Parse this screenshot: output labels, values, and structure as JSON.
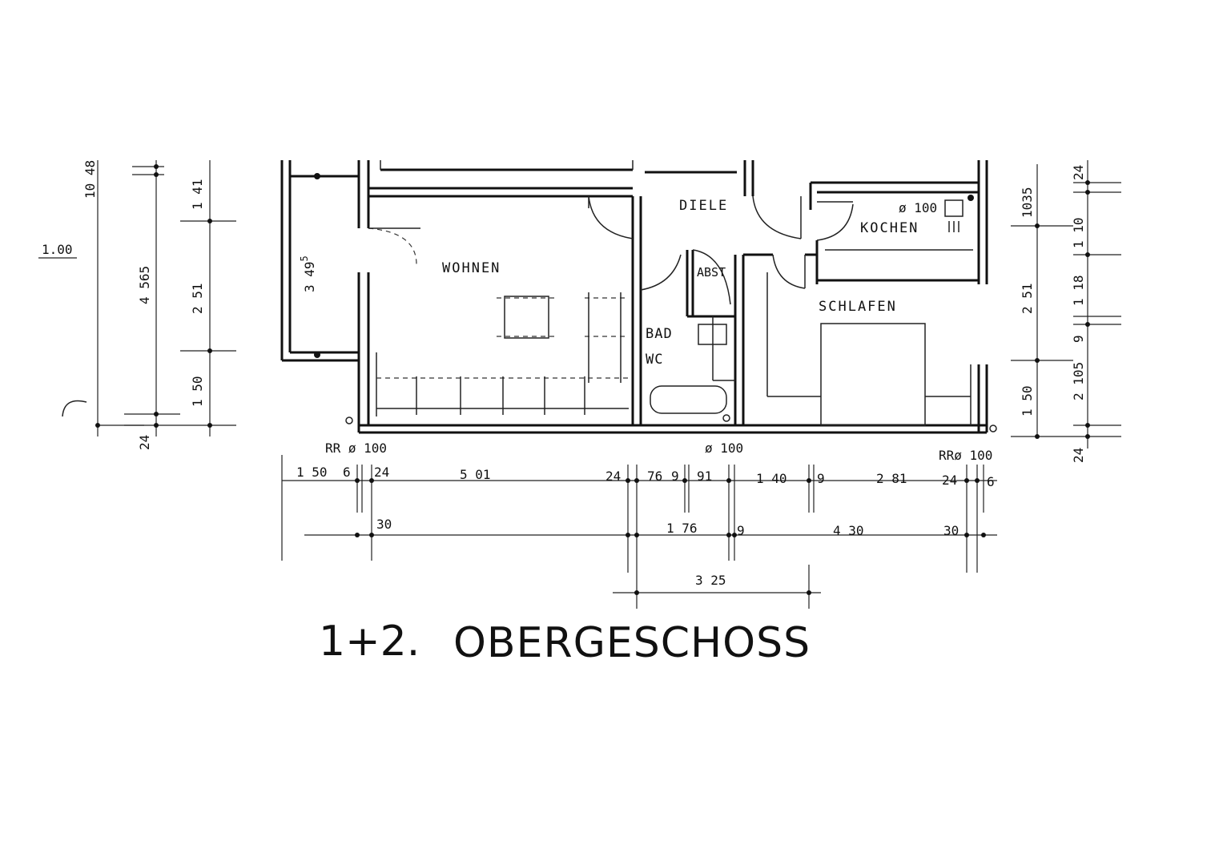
{
  "title": {
    "number": "1+2.",
    "name": "OBERGESCHOSS"
  },
  "rooms": {
    "wohnen": "WOHNEN",
    "diele": "DIELE",
    "kochen": "KOCHEN",
    "schlafen": "SCHLAFEN",
    "abst": "ABST",
    "bad": "BAD",
    "wc": "WC"
  },
  "pipes": {
    "left": "RR ø 100",
    "center": "ø 100",
    "right": "RRø 100",
    "kitchen": "ø 100"
  },
  "dimensions": {
    "bottom_row1": [
      "1 50",
      "6",
      "24",
      "5 01",
      "24",
      "76",
      "9",
      "91",
      "1 40",
      "9",
      "2 81",
      "24",
      "6"
    ],
    "bottom_row2": [
      "30",
      "1 76",
      "9",
      "4 30",
      "30"
    ],
    "bottom_row3": [
      "3 25"
    ],
    "left_outer": [
      "10 48"
    ],
    "left_mid": [
      "4 565"
    ],
    "left_inner": [
      "1 41",
      "2 51",
      "1 50",
      "24"
    ],
    "left_level": "1.00",
    "balcony": "3 49",
    "balcony_sup": "5",
    "right_inner": [
      "1035",
      "2 51",
      "1 50"
    ],
    "right_outer": [
      "24",
      "1 10",
      "1 18",
      "9",
      "2 105",
      "24"
    ]
  }
}
